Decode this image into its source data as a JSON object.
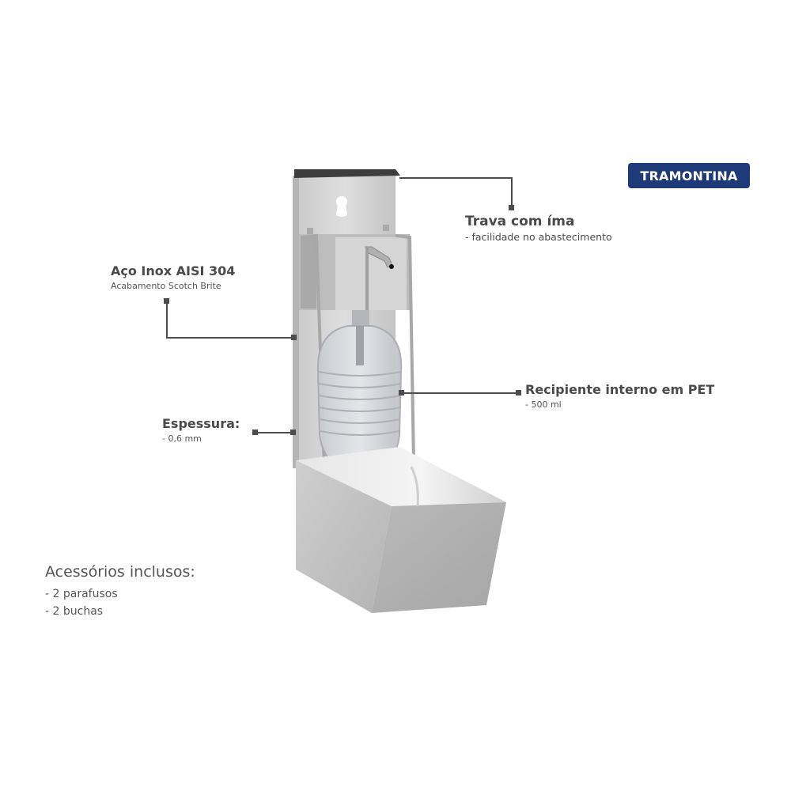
{
  "brand": {
    "logo_text": "TRAMONTINA",
    "color": "#1f3a78"
  },
  "callouts": [
    {
      "id": "trava",
      "title": "Trava com íma",
      "subtitle": "- facilidade no abastecimento"
    },
    {
      "id": "aco",
      "title": "Aço Inox AISI 304",
      "subtitle": "Acabamento Scotch Brite"
    },
    {
      "id": "recipiente",
      "title": "Recipiente interno em PET",
      "subtitle": "- 500 ml"
    },
    {
      "id": "espessura",
      "title": "Espessura:",
      "subtitle": "- 0,6 mm"
    }
  ],
  "accessories": {
    "title": "Acessórios inclusos:",
    "items": [
      "- 2 parafusos",
      "- 2 buchas"
    ]
  },
  "colors": {
    "line": "#4d4d4d",
    "steel_light": "#d9d9d9",
    "steel_mid": "#bdbdbd",
    "steel_dark": "#9a9a9a",
    "lid": "#3d3d3d"
  }
}
